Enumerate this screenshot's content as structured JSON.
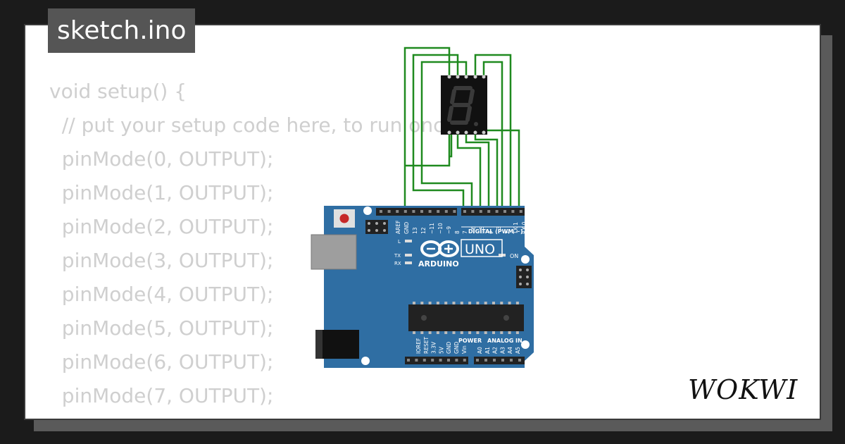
{
  "title": "sketch.ino",
  "code_lines": [
    "void setup() {",
    "  // put your setup code here, to run once:",
    "  pinMode(0, OUTPUT);",
    "  pinMode(1, OUTPUT);",
    "  pinMode(2, OUTPUT);",
    "  pinMode(3, OUTPUT);",
    "  pinMode(4, OUTPUT);",
    "  pinMode(5, OUTPUT);",
    "  pinMode(6, OUTPUT);",
    "  pinMode(7, OUTPUT);",
    "}"
  ],
  "board": {
    "brand": "ARDUINO",
    "model": "UNO",
    "digital_label": "DIGITAL (PWM ~)",
    "power_label": "POWER",
    "analog_label": "ANALOG IN",
    "on_label": "ON",
    "l_label": "L",
    "tx_label": "TX",
    "rx_label": "RX",
    "top_pin_labels": [
      "AREF",
      "GND",
      "13",
      "12",
      "~11",
      "~10",
      "~9",
      "8",
      "7",
      "~6",
      "~5",
      "4",
      "~3",
      "2",
      "TX 1",
      "RX 0"
    ],
    "power_pin_labels": [
      "IOREF",
      "RESET",
      "3.3V",
      "5V",
      "GND",
      "GND",
      "Vin"
    ],
    "analog_pin_labels": [
      "A0",
      "A1",
      "A2",
      "A3",
      "A4",
      "A5"
    ]
  },
  "logo": {
    "text": "WOKWI"
  },
  "colors": {
    "background": "#1b1b1b",
    "card": "#ffffff",
    "code_text": "#cfcfcf",
    "title_bg": "#555555",
    "board": "#2f6ea3",
    "wire": "#1f8a1f",
    "display": "#111111"
  }
}
